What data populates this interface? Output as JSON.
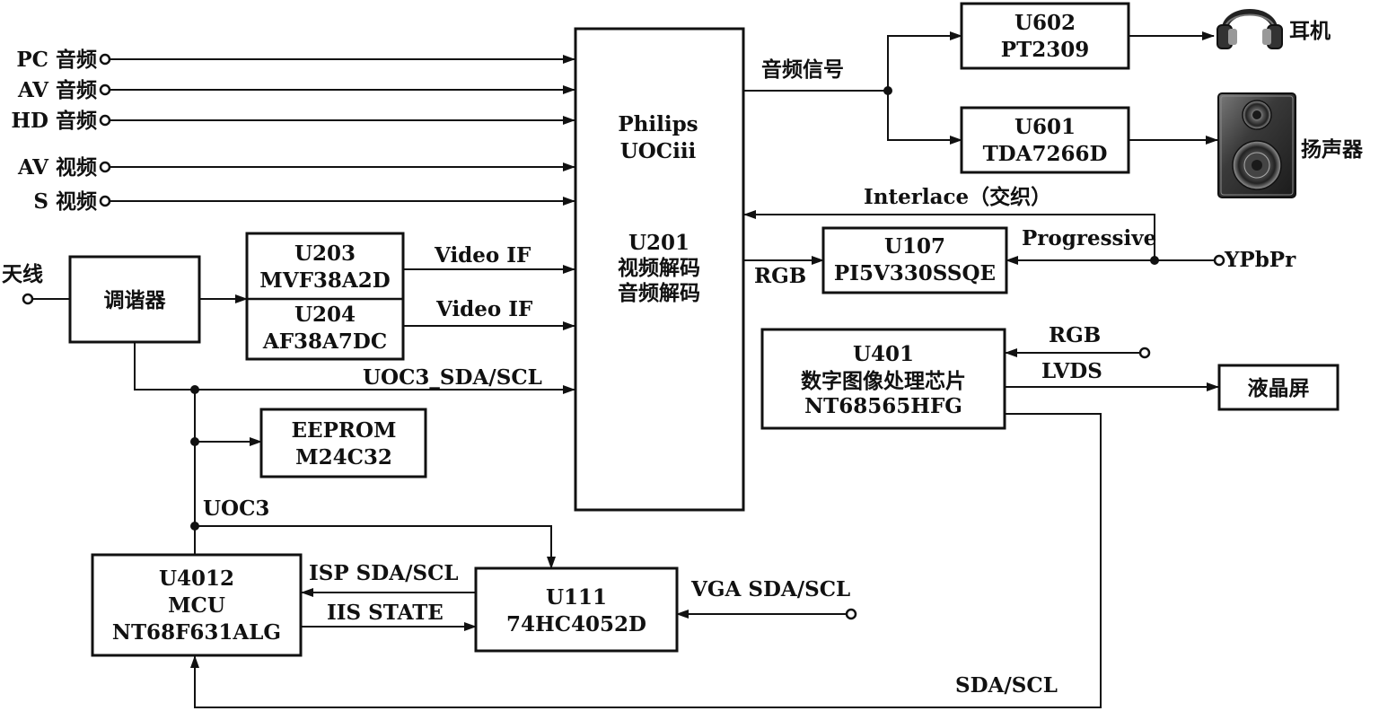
{
  "inputs": {
    "pc_audio": "PC 音频",
    "av_audio": "AV 音频",
    "hd_audio": "HD 音频",
    "av_video": "AV 视频",
    "s_video": "S 视频",
    "antenna": "天线",
    "ypbpr": "YPbPr"
  },
  "blocks": {
    "tuner": "调谐器",
    "u203": {
      "id": "U203",
      "part": "MVF38A2D"
    },
    "u204": {
      "id": "U204",
      "part": "AF38A7DC"
    },
    "eeprom": {
      "line1": "EEPROM",
      "line2": "M24C32"
    },
    "uoc": {
      "line1": "Philips",
      "line2": "UOCiii",
      "line3": "U201",
      "line4": "视频解码",
      "line5": "音频解码"
    },
    "u602": {
      "id": "U602",
      "part": "PT2309"
    },
    "u601": {
      "id": "U601",
      "part": "TDA7266D"
    },
    "u107": {
      "id": "U107",
      "part": "PI5V330SSQE"
    },
    "u401": {
      "id": "U401",
      "line2": "数字图像处理芯片",
      "part": "NT68565HFG"
    },
    "lcd": "液晶屏",
    "mcu": {
      "id": "U4012",
      "line2": "MCU",
      "part": "NT68F631ALG"
    },
    "u111": {
      "id": "U111",
      "part": "74HC4052D"
    }
  },
  "outputs": {
    "headphone": "耳机",
    "speaker": "扬声器"
  },
  "signals": {
    "audio_signal": "音频信号",
    "interlace": "Interlace（交织）",
    "progressive": "Progressive",
    "rgb_to_u107": "RGB",
    "rgb_to_u401": "RGB",
    "lvds": "LVDS",
    "video_if_1": "Video IF",
    "video_if_2": "Video IF",
    "uoc3_sda_scl": "UOC3_SDA/SCL",
    "uoc3": "UOC3",
    "isp_sda_scl": "ISP SDA/SCL",
    "iis_state": "IIS STATE",
    "vga_sda_scl": "VGA SDA/SCL",
    "sda_scl": "SDA/SCL"
  },
  "icons": {
    "headphone": "headphone-icon",
    "speaker": "speaker-icon"
  }
}
